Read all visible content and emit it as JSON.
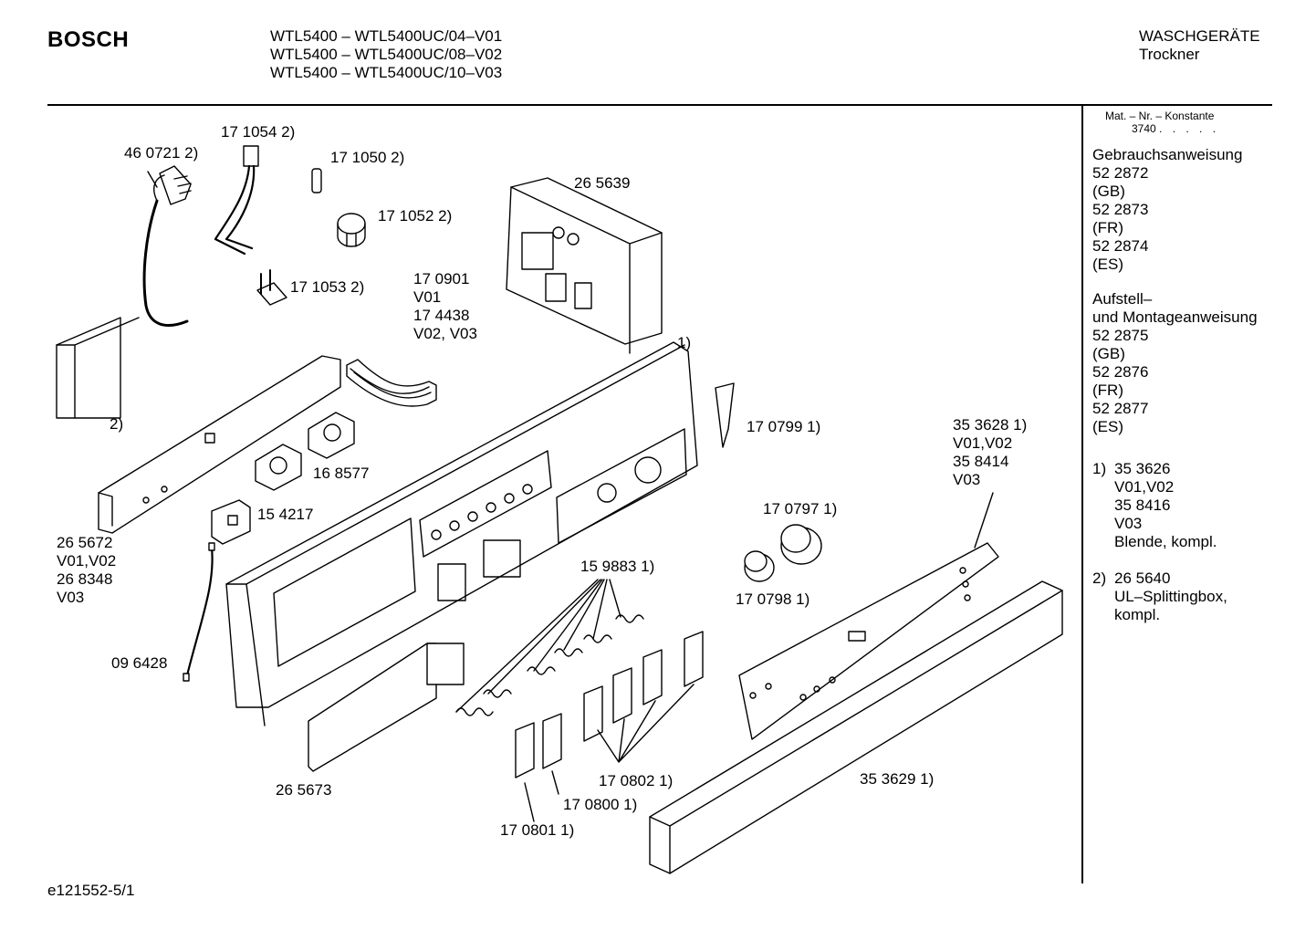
{
  "header": {
    "brand": "BOSCH",
    "models": [
      "WTL5400 – WTL5400UC/04–V01",
      "WTL5400 – WTL5400UC/08–V02",
      "WTL5400 – WTL5400UC/10–V03"
    ],
    "category": "WASCHGERÄTE",
    "subcategory": "Trockner"
  },
  "sidebar": {
    "mat_label": "Mat. – Nr. – Konstante",
    "mat_value": "3740",
    "mat_dots": ". . . . .",
    "manual_title": "Gebrauchsanweisung",
    "manual_items": [
      "52 2872",
      "(GB)",
      "52 2873",
      "(FR)",
      "52 2874",
      "(ES)"
    ],
    "install_title_1": "Aufstell–",
    "install_title_2": "und Montageanweisung",
    "install_items": [
      "52 2875",
      "(GB)",
      "52 2876",
      "(FR)",
      "52 2877",
      "(ES)"
    ],
    "notes": [
      {
        "num": "1)",
        "lines": [
          "35 3626",
          "V01,V02",
          "35 8416",
          "V03",
          "Blende, kompl."
        ]
      },
      {
        "num": "2)",
        "lines": [
          "26 5640",
          "UL–Splittingbox,",
          "kompl."
        ]
      }
    ]
  },
  "part_labels": {
    "p171054": "17 1054 2)",
    "p460721": "46 0721 2)",
    "p171050": "17 1050 2)",
    "p265639": "26 5639",
    "p171052": "17 1052 2)",
    "p171053": "17 1053 2)",
    "p170901": [
      "17 0901",
      "V01",
      "17 4438",
      "V02, V03"
    ],
    "note1": "1)",
    "note2": "2)",
    "p170799": "17 0799 1)",
    "p353628": [
      "35 3628 1)",
      "V01,V02",
      "35 8414",
      "V03"
    ],
    "p168577": "16 8577",
    "p154217": "15 4217",
    "p265672": [
      "26 5672",
      "V01,V02",
      "26 8348",
      "V03"
    ],
    "p170797": "17 0797 1)",
    "p170798": "17 0798 1)",
    "p159883": "15 9883 1)",
    "p096428": "09 6428",
    "p265673": "26 5673",
    "p353629": "35 3629 1)",
    "p170802": "17 0802 1)",
    "p170800": "17 0800 1)",
    "p170801": "17 0801 1)"
  },
  "footer": {
    "drawing_id": "e121552-5/1"
  }
}
